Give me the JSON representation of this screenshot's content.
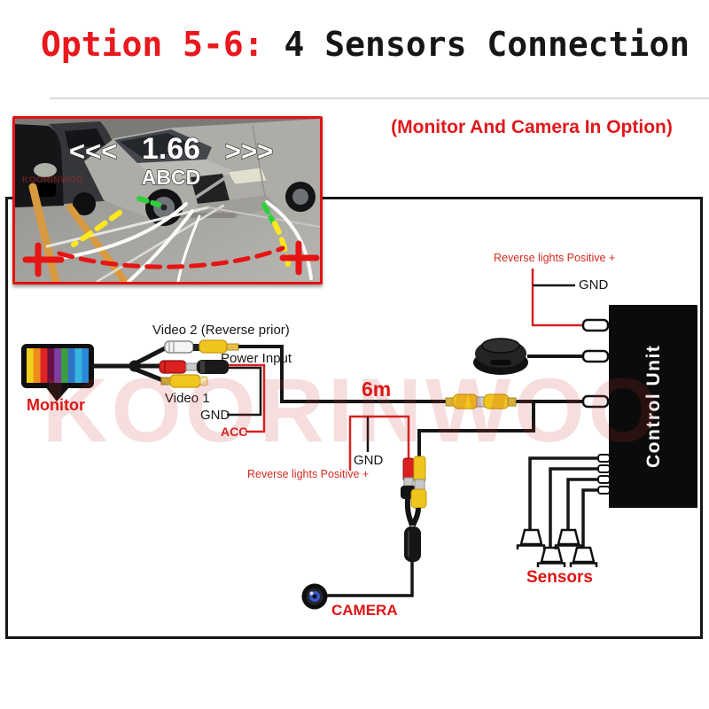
{
  "title": {
    "highlight": "Option 5-6:",
    "rest": " 4 Sensors Connection"
  },
  "subtitle": "(Monitor And Camera In Option)",
  "watermark": "KOORINWOO",
  "camera_preview": {
    "arrows_left": "<<<",
    "distance": "1.66",
    "arrows_right": ">>>",
    "line2": "ABCD",
    "watermark": "KOORINWOO"
  },
  "diagram": {
    "monitor_label": "Monitor",
    "video2_label": "Video 2 (Reverse prior)",
    "power_input_label": "Power Input",
    "video1_label": "Video 1",
    "gnd_monitor": "GND",
    "acc_label": "ACC",
    "cable_length": "6m",
    "reverse_lights_top": "Reverse lights Positive +",
    "gnd_top": "GND",
    "reverse_lights_camera": "Reverse lights Positive +",
    "gnd_camera": "GND",
    "control_unit": "Control Unit",
    "sensors_label": "Sensors",
    "camera_label": "CAMERA"
  },
  "colors": {
    "accent_red": "#e01414",
    "wire_black": "#161616",
    "wire_red": "#d42222",
    "rca_yellow": "#f0c51d"
  }
}
